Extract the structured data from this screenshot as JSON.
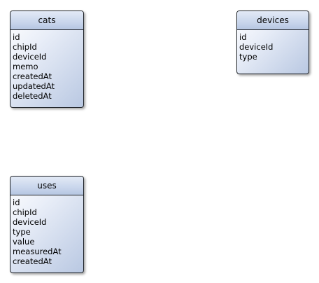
{
  "entities": [
    {
      "name": "cats",
      "fields": [
        "id",
        "chipId",
        "deviceId",
        "memo",
        "createdAt",
        "updatedAt",
        "deletedAt"
      ]
    },
    {
      "name": "devices",
      "fields": [
        "id",
        "deviceId",
        "type"
      ]
    },
    {
      "name": "uses",
      "fields": [
        "id",
        "chipId",
        "deviceId",
        "type",
        "value",
        "measuredAt",
        "createdAt"
      ]
    }
  ]
}
